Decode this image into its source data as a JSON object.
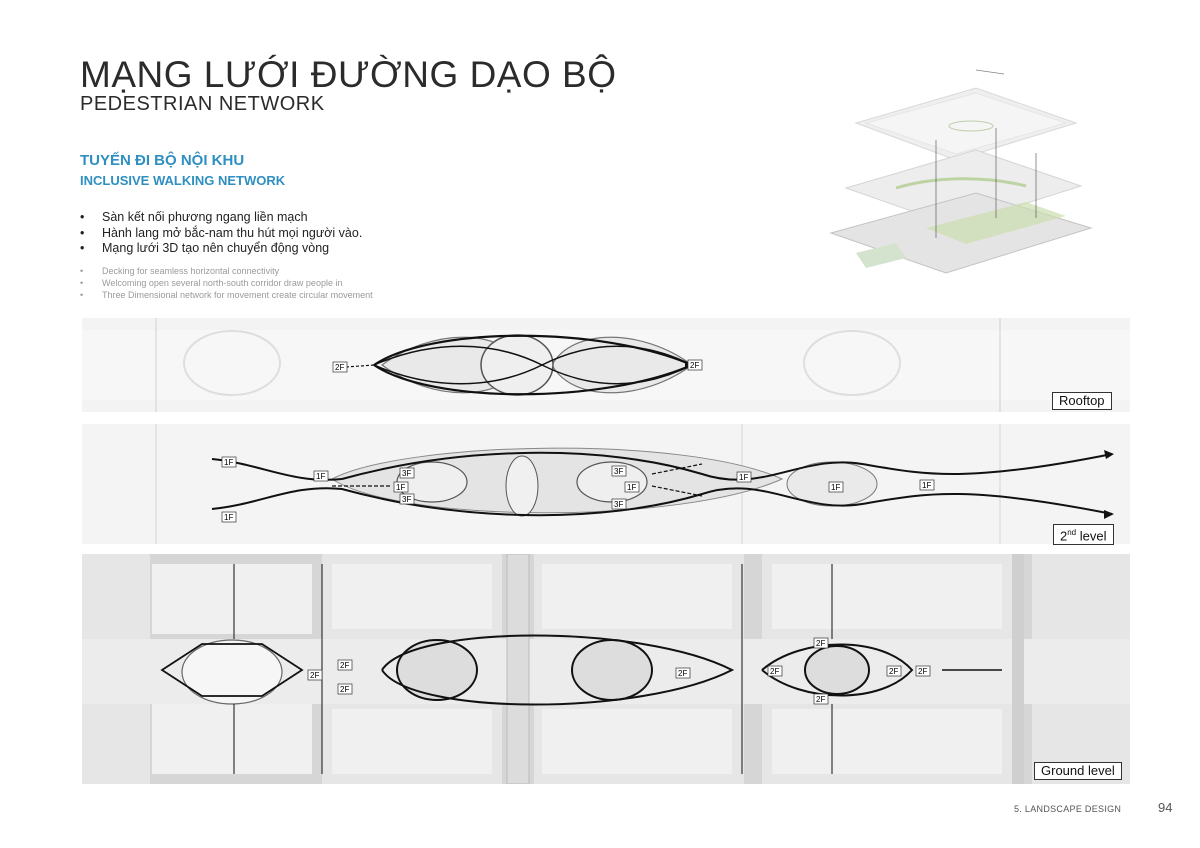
{
  "header": {
    "title_vn": "MẠNG LƯỚI ĐƯỜNG DẠO BỘ",
    "title_en": "PEDESTRIAN NETWORK"
  },
  "section": {
    "subtitle_vn": "TUYẾN ĐI BỘ NỘI KHU",
    "subtitle_en": "INCLUSIVE WALKING NETWORK"
  },
  "bullets_vn": [
    "Sàn kết nối phương ngang liền mạch",
    "Hành lang mở bắc-nam thu hút mọi người vào.",
    "Mạng lưới 3D tạo nên chuyển động vòng"
  ],
  "bullets_en": [
    "Decking for seamless horizontal connectivity",
    "Welcoming open several north-south corridor draw people in",
    "Three Dimensional network for movement create circular movement"
  ],
  "levels": {
    "rooftop": "Rooftop",
    "second_main": "2",
    "second_sup": "nd",
    "second_rest": " level",
    "ground": "Ground level"
  },
  "floor_tags": {
    "f1": "1F",
    "f2": "2F",
    "f3": "3F"
  },
  "footer": {
    "section": "5. LANDSCAPE DESIGN",
    "page": "94"
  },
  "colors": {
    "accent_blue": "#2e8fc0",
    "title": "#2b2b2b",
    "plan_gray": "#d9d9d9",
    "green_highlight": "#9cc46a"
  }
}
